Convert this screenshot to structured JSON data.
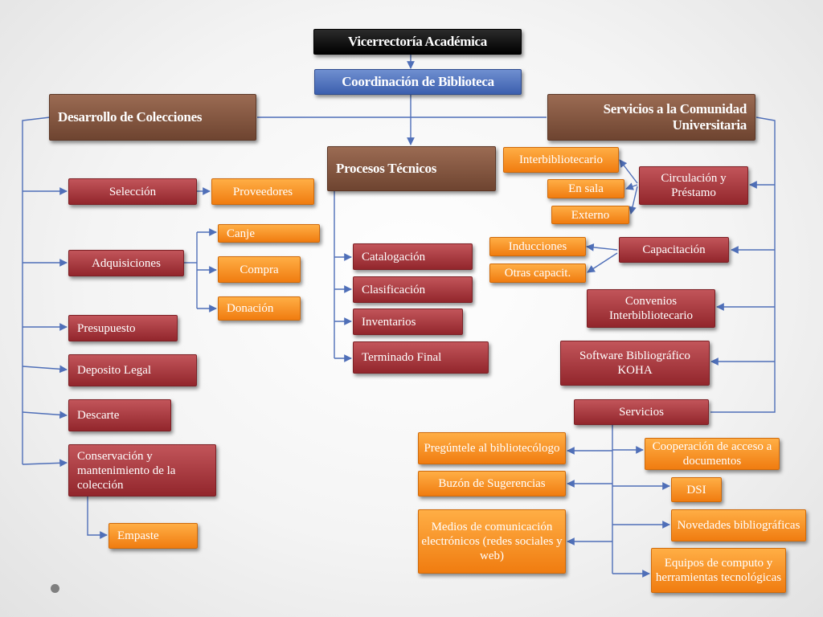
{
  "top": {
    "vicerrectoria": "Vicerrectoría Académica",
    "coordinacion": "Coordinación de Biblioteca"
  },
  "desarrollo": {
    "title": "Desarrollo de Colecciones",
    "seleccion": "Selección",
    "proveedores": "Proveedores",
    "adquisiciones": "Adquisiciones",
    "canje": "Canje",
    "compra": "Compra",
    "donacion": "Donación",
    "presupuesto": "Presupuesto",
    "deposito": "Deposito Legal",
    "descarte": "Descarte",
    "conservacion": "Conservación y mantenimiento de la colección",
    "empaste": "Empaste"
  },
  "procesos": {
    "title": "Procesos Técnicos",
    "catalogacion": "Catalogación",
    "clasificacion": "Clasificación",
    "inventarios": "Inventarios",
    "terminado": "Terminado Final"
  },
  "servicios_comunidad": {
    "title": "Servicios a la Comunidad Universitaria",
    "interbibliotecario": "Interbibliotecario",
    "en_sala": "En sala",
    "externo": "Externo",
    "circulacion": "Circulación y Préstamo",
    "inducciones": "Inducciones",
    "otras": "Otras capacit.",
    "capacitacion": "Capacitación",
    "convenios": "Convenios Interbibliotecario",
    "software": "Software Bibliográfico KOHA",
    "servicios": "Servicios",
    "preguntele": "Pregúntele al bibliotecólogo",
    "buzon": "Buzón de Sugerencias",
    "medios": "Medios de comunicación electrónicos (redes sociales y web)",
    "cooperacion": "Cooperación de acceso a documentos",
    "dsi": "DSI",
    "novedades": "Novedades bibliográficas",
    "equipos": "Equipos de computo y herramientas tecnológicas"
  },
  "colors": {
    "connector": "#4f6fb8",
    "red_box": "#a8383e",
    "orange_box": "#f7931e",
    "brown_box": "#7e5541"
  }
}
